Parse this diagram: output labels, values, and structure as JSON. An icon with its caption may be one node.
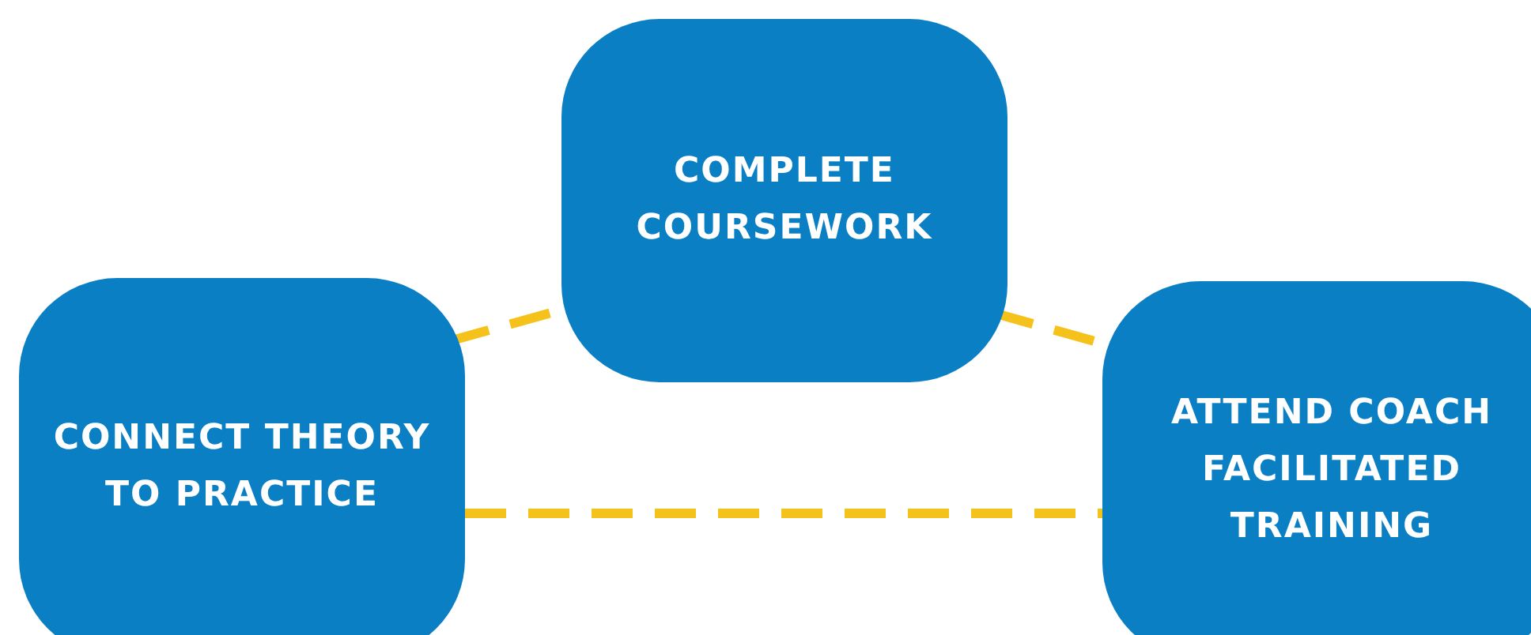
{
  "diagram": {
    "nodes": [
      {
        "text": [
          "COMPLETE COURSEWORK"
        ]
      },
      {
        "text": [
          "CONNECT THEORY TO PRACTICE"
        ]
      },
      {
        "text": [
          "ATTEND COACH FACILITATED TRAINING"
        ]
      }
    ],
    "edges": [
      {
        "from": 1,
        "to": 0,
        "arrow": "none",
        "style": "dashed"
      },
      {
        "from": 0,
        "to": 2,
        "arrow": "none",
        "style": "dashed"
      },
      {
        "from": 1,
        "to": 2,
        "arrow": "none",
        "style": "dashed"
      }
    ]
  }
}
